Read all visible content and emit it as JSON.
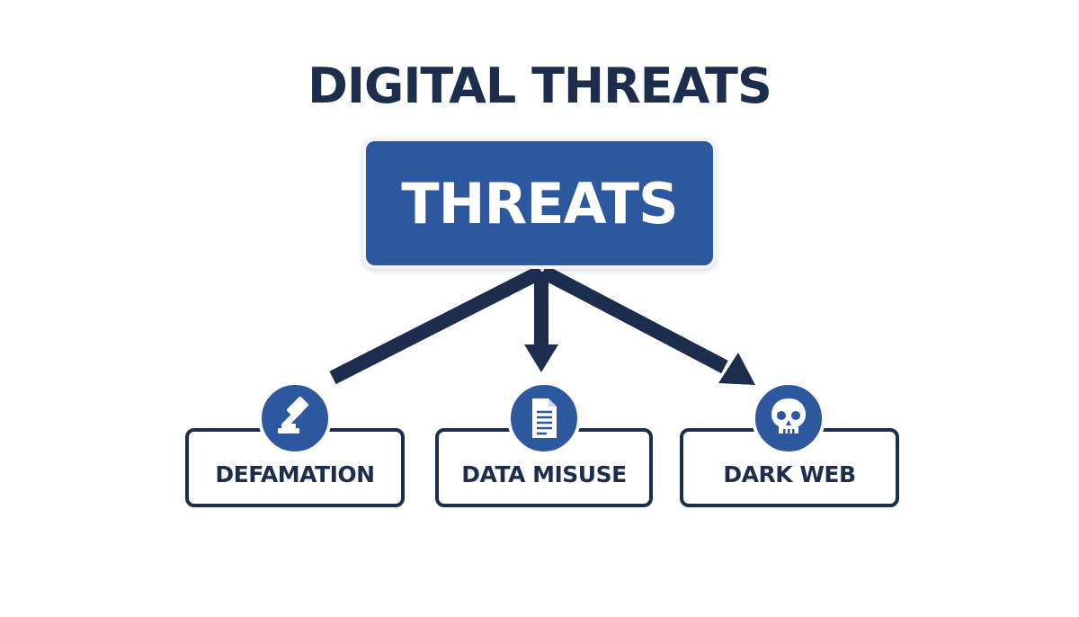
{
  "title": "DIGITAL THREATS",
  "root": {
    "label": "THREATS"
  },
  "children": [
    {
      "label": "DEFAMATION",
      "icon": "gavel-icon"
    },
    {
      "label": "DATA MISUSE",
      "icon": "document-icon"
    },
    {
      "label": "DARK WEB",
      "icon": "skull-icon"
    }
  ],
  "colors": {
    "title": "#1d2d4e",
    "accent": "#2d58a0",
    "outline": "#1d2d4e",
    "background": "#ffffff"
  }
}
